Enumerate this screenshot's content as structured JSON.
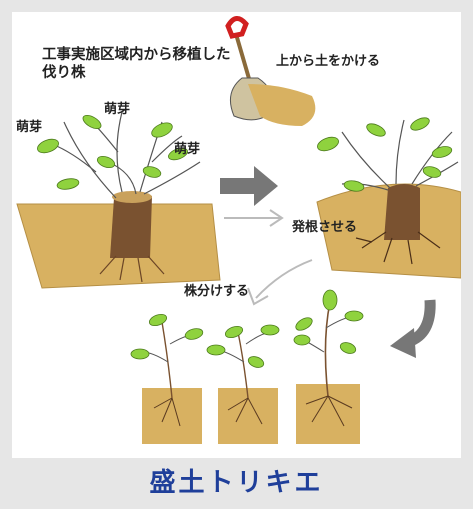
{
  "labels": {
    "title": "工事実施区域内から移植した伐り株",
    "sprout_1": "萌芽",
    "sprout_2": "萌芽",
    "sprout_3": "萌芽",
    "soil_cover": "上から土をかける",
    "rooting": "発根させる",
    "divide": "株分けする"
  },
  "caption": "盛土トリキエ",
  "colors": {
    "soil": "#d8b161",
    "stump": "#7a5230",
    "leaf": "#8fd23e",
    "arrow_gray": "#777777",
    "caption_blue": "#1f3f9a"
  },
  "icons": [
    "shovel-icon",
    "right-arrow-icon",
    "curved-arrow-icon",
    "down-left-arrow-icon"
  ]
}
